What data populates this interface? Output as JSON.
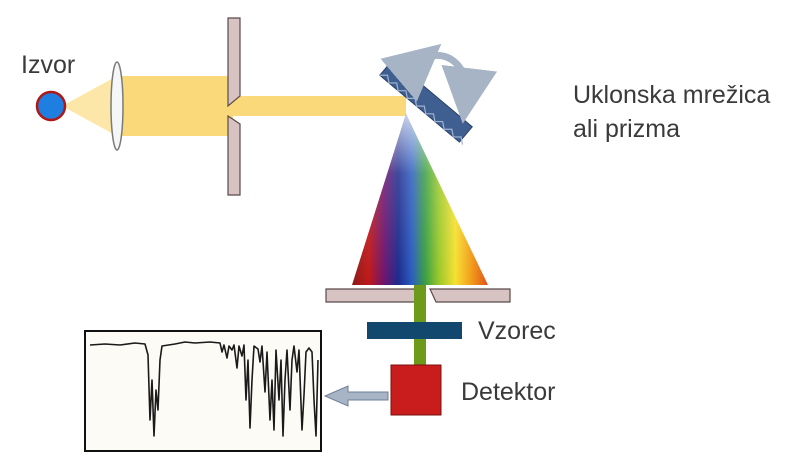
{
  "labels": {
    "source": "Izvor",
    "grating_line1": "Uklonska mrežica",
    "grating_line2": "ali prizma",
    "sample": "Vzorec",
    "detector": "Detektor"
  },
  "colors": {
    "beam": "#fad97a",
    "cone": "#fde7a8",
    "source_fill": "#1e7fe0",
    "source_stroke": "#b01818",
    "slit": "#d8c3c3",
    "slit_stroke": "#5a4a4a",
    "grating": "#3f5f91",
    "sample": "#12486e",
    "detector": "#c91d1d",
    "green_beam": "#6e9a1c",
    "arrow": "#a6b4c6"
  }
}
